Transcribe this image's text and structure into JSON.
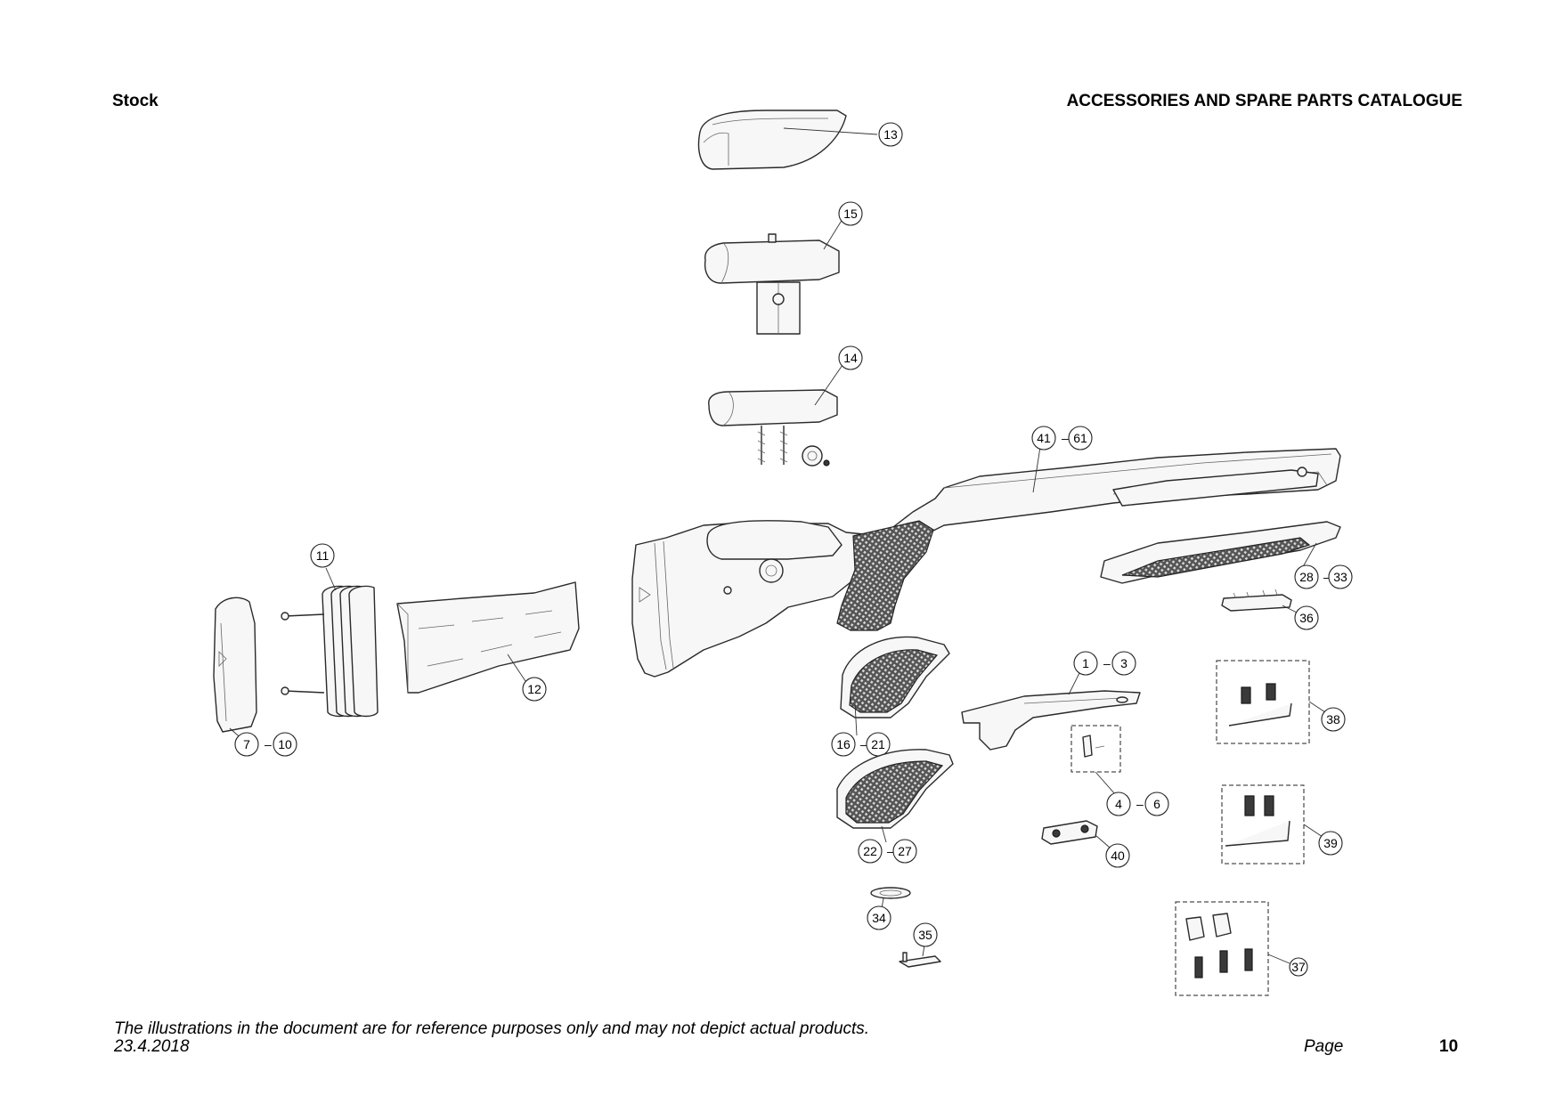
{
  "header": {
    "section": "Stock",
    "catalogue": "ACCESSORIES AND SPARE PARTS CATALOGUE"
  },
  "footer": {
    "disclaimer": "The illustrations in the document are for reference purposes only and may not depict actual products.",
    "date": "23.4.2018",
    "page_label": "Page",
    "page_number": "10"
  },
  "callouts": {
    "c13": "13",
    "c15": "15",
    "c14": "14",
    "c41": "41",
    "c61": "61",
    "c11": "11",
    "c12": "12",
    "c7": "7",
    "c10": "10",
    "c28": "28",
    "c33": "33",
    "c36": "36",
    "c1": "1",
    "c3": "3",
    "c16": "16",
    "c21": "21",
    "c38": "38",
    "c4": "4",
    "c6": "6",
    "c22": "22",
    "c27": "27",
    "c40": "40",
    "c39": "39",
    "c34": "34",
    "c35": "35",
    "c37": "37"
  },
  "range_dash": "–"
}
